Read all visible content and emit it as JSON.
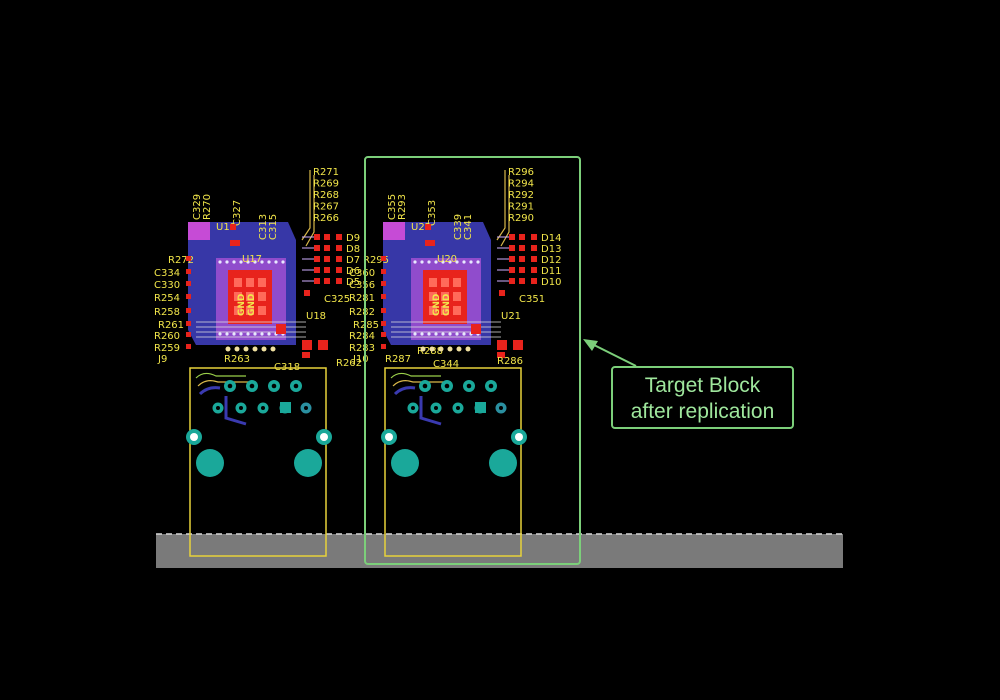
{
  "callout": {
    "line1": "Target Block",
    "line2": "after replication"
  },
  "blocks": [
    {
      "id": "left",
      "connector": "J9",
      "top_refs": [
        "R271",
        "R269",
        "R268",
        "R267",
        "R266"
      ],
      "corner_caps": [
        "C329",
        "R270"
      ],
      "upper_parts": [
        "U19",
        "C327",
        "C313",
        "C315"
      ],
      "ic_left": "U17",
      "ic_right": "U18",
      "leds": [
        "D9",
        "D8",
        "D7",
        "D6",
        "D5"
      ],
      "cap_right": "C325",
      "left_refs": [
        "R272",
        "C334",
        "C330",
        "R254",
        "R258",
        "R261",
        "R260",
        "R259"
      ],
      "bottom_refs": [
        "R263",
        "C318",
        "R262"
      ],
      "chip_text": "GND"
    },
    {
      "id": "right",
      "connector": "J10",
      "top_refs": [
        "R296",
        "R294",
        "R292",
        "R291",
        "R290"
      ],
      "corner_caps": [
        "C355",
        "R293"
      ],
      "upper_parts": [
        "U22",
        "C353",
        "C339",
        "C341"
      ],
      "ic_left": "U20",
      "ic_right": "U21",
      "leds": [
        "D14",
        "D13",
        "D12",
        "D11",
        "D10"
      ],
      "cap_right": "C351",
      "left_refs": [
        "R295",
        "C360",
        "C356",
        "R281",
        "R282",
        "R285",
        "R284",
        "R283"
      ],
      "bottom_refs": [
        "R287",
        "R288",
        "C344",
        "R286"
      ],
      "chip_text": "GND"
    }
  ],
  "colors": {
    "background": "#000000",
    "board_strip": "#7a7a7a",
    "silkscreen": "#f2e64a",
    "copper_top": "#e8231c",
    "copper_bottom": "#3a3ab0",
    "pad": "#1aa89a",
    "highlight": "#7ccf7a",
    "ic_body": "#9a4fd0"
  }
}
